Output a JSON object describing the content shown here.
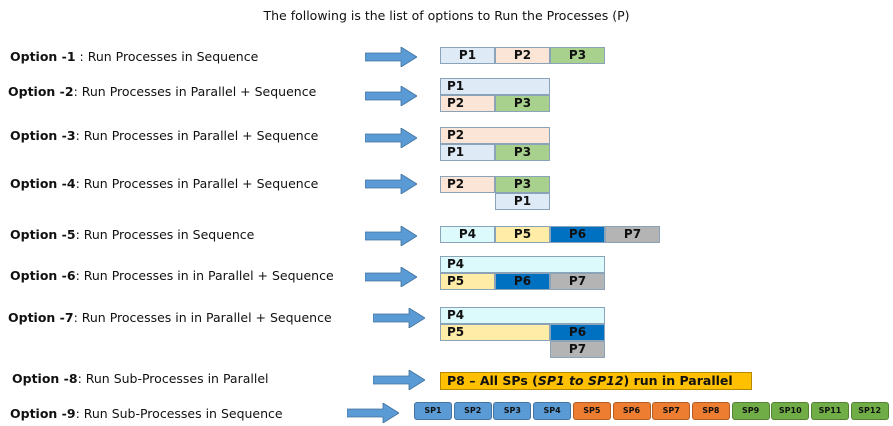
{
  "title": "The following is the list of  options to Run the Processes (P)",
  "options": [
    {
      "prefix": "Option -1",
      "text": " : Run Processes in Sequence"
    },
    {
      "prefix": "Option -2",
      "text": ": Run Processes in Parallel + Sequence"
    },
    {
      "prefix": "Option -3",
      "text": ": Run Processes in Parallel + Sequence"
    },
    {
      "prefix": "Option -4",
      "text": ": Run Processes in Parallel + Sequence"
    },
    {
      "prefix": "Option -5",
      "text": ": Run Processes in Sequence"
    },
    {
      "prefix": "Option -6",
      "text": ": Run Processes in in Parallel + Sequence"
    },
    {
      "prefix": "Option -7",
      "text": ": Run Processes in in Parallel + Sequence"
    },
    {
      "prefix": "Option -8",
      "text": ": Run Sub-Processes in Parallel"
    },
    {
      "prefix": "Option -9",
      "text": ": Run Sub-Processes in Sequence"
    }
  ],
  "processes": {
    "p1": "P1",
    "p2": "P2",
    "p3": "P3",
    "p4": "P4",
    "p5": "P5",
    "p6": "P6",
    "p7": "P7"
  },
  "p8": {
    "lead": "P8 – All SPs (",
    "italic": "SP1 to SP12",
    "tail": ") run in Parallel"
  },
  "subprocesses": [
    "SP1",
    "SP2",
    "SP3",
    "SP4",
    "SP5",
    "SP6",
    "SP7",
    "SP8",
    "SP9",
    "SP10",
    "SP11",
    "SP12"
  ],
  "colors": {
    "p1": "#deebf7",
    "p2": "#fbe5d6",
    "p3": "#a9d18e",
    "p4": "#dcfafc",
    "p5": "#ffeca6",
    "p6": "#0070c0",
    "p7": "#b4b4b4",
    "p8": "#ffc000",
    "sp_blue": "#5b9bd5",
    "sp_orange": "#ed7d31",
    "sp_green": "#70ad47",
    "arrow": "#5b9bd5"
  }
}
